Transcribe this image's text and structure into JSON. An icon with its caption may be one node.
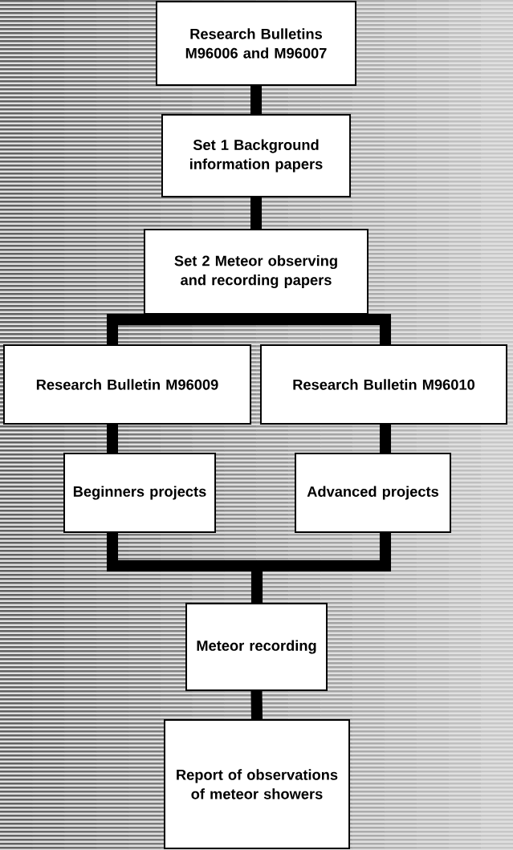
{
  "diagram": {
    "nodes": [
      {
        "text": [
          "Research Bulletins M96006 and M96007"
        ]
      },
      {
        "text": [
          "Set 1 Background information papers"
        ]
      },
      {
        "text": [
          "Set 2 Meteor observing and recording papers"
        ]
      },
      {
        "text": [
          "Research Bulletin M96009"
        ]
      },
      {
        "text": [
          "Research Bulletin M96010"
        ]
      },
      {
        "text": [
          "Beginners projects"
        ]
      },
      {
        "text": [
          "Advanced projects"
        ]
      },
      {
        "text": [
          "Meteor recording"
        ]
      },
      {
        "text": [
          "Report of observations of meteor showers"
        ]
      }
    ],
    "edges": [
      {
        "from": 0,
        "to": 1,
        "arrow": "none"
      },
      {
        "from": 1,
        "to": 2,
        "arrow": "none"
      },
      {
        "from": 2,
        "to": 3,
        "arrow": "none"
      },
      {
        "from": 2,
        "to": 4,
        "arrow": "none"
      },
      {
        "from": 3,
        "to": 5,
        "arrow": "none"
      },
      {
        "from": 4,
        "to": 6,
        "arrow": "none"
      },
      {
        "from": 5,
        "to": 7,
        "arrow": "none"
      },
      {
        "from": 6,
        "to": 7,
        "arrow": "none"
      },
      {
        "from": 7,
        "to": 8,
        "arrow": "none"
      }
    ]
  }
}
